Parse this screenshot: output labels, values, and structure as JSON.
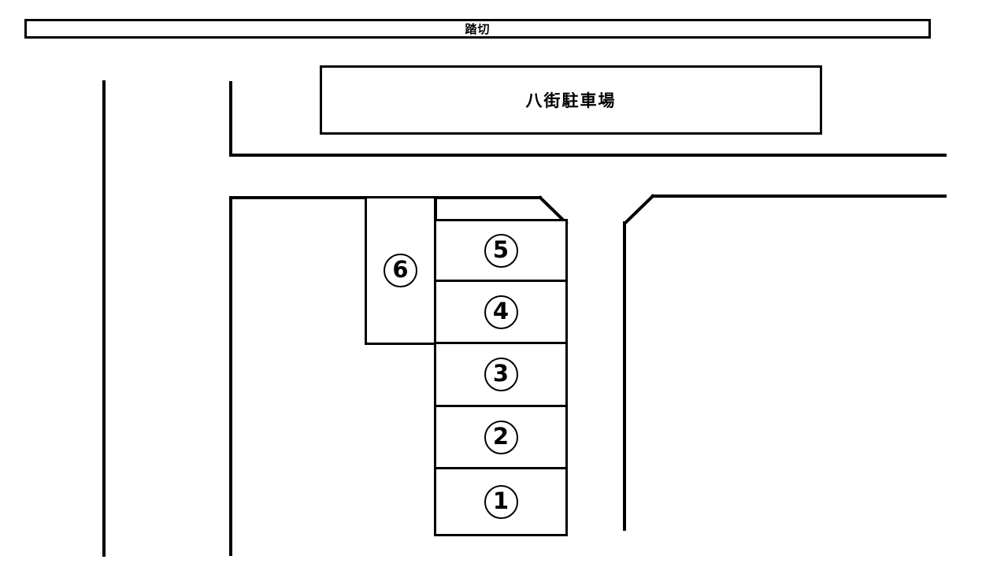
{
  "colors": {
    "background": "#ffffff",
    "line": "#000000"
  },
  "railroad_bar": {
    "label": "踏切"
  },
  "parking_lot": {
    "title": "八街駐車場"
  },
  "parking_spaces": {
    "column": [
      {
        "number": "5"
      },
      {
        "number": "4"
      },
      {
        "number": "3"
      },
      {
        "number": "2"
      },
      {
        "number": "1"
      }
    ],
    "side": {
      "number": "6"
    }
  }
}
